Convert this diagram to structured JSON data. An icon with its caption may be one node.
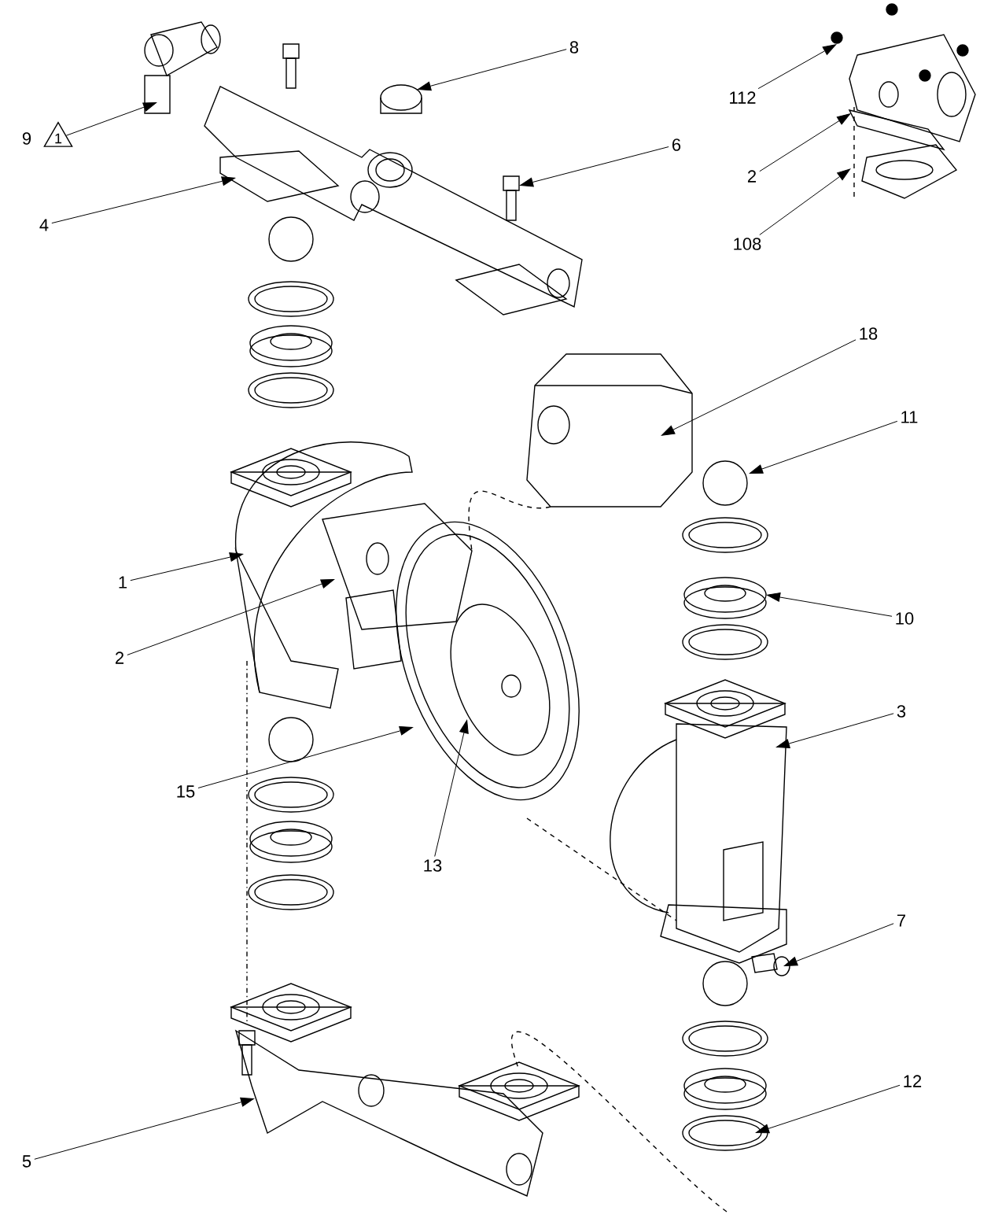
{
  "diagram": {
    "nodes": [
      {
        "text": [
          "1"
        ]
      },
      {
        "text": [
          "8"
        ]
      },
      {
        "text": [
          "112"
        ]
      },
      {
        "text": [
          "4"
        ]
      },
      {
        "text": [
          "6"
        ]
      },
      {
        "text": [
          "2"
        ]
      },
      {
        "text": [
          "108"
        ]
      },
      {
        "text": [
          "18"
        ]
      },
      {
        "text": [
          "11"
        ]
      },
      {
        "text": [
          "1"
        ]
      },
      {
        "text": [
          "10"
        ]
      },
      {
        "text": [
          "2"
        ]
      },
      {
        "text": [
          "3"
        ]
      },
      {
        "text": [
          "15"
        ]
      },
      {
        "text": [
          "13"
        ]
      },
      {
        "text": [
          "7"
        ]
      },
      {
        "text": [
          "12"
        ]
      },
      {
        "text": [
          "5"
        ]
      }
    ],
    "edges": [
      {
        "from": 0,
        "to": null,
        "arrow": "to"
      },
      {
        "from": 1,
        "to": null,
        "arrow": "to"
      },
      {
        "from": 2,
        "to": null,
        "arrow": "to"
      },
      {
        "from": 3,
        "to": null,
        "arrow": "to"
      },
      {
        "from": 4,
        "to": null,
        "arrow": "to"
      },
      {
        "from": 5,
        "to": null,
        "arrow": "to"
      },
      {
        "from": 6,
        "to": null,
        "arrow": "to"
      },
      {
        "from": 7,
        "to": null,
        "arrow": "to"
      },
      {
        "from": 8,
        "to": null,
        "arrow": "to"
      },
      {
        "from": 9,
        "to": null,
        "arrow": "to"
      },
      {
        "from": 10,
        "to": null,
        "arrow": "to"
      },
      {
        "from": 11,
        "to": null,
        "arrow": "to"
      },
      {
        "from": 12,
        "to": null,
        "arrow": "to"
      },
      {
        "from": 13,
        "to": null,
        "arrow": "to"
      },
      {
        "from": 14,
        "to": null,
        "arrow": "to"
      },
      {
        "from": 15,
        "to": null,
        "arrow": "to"
      },
      {
        "from": 16,
        "to": null,
        "arrow": "to"
      },
      {
        "from": 17,
        "to": null,
        "arrow": "to"
      }
    ],
    "labels": [
      "9"
    ]
  }
}
